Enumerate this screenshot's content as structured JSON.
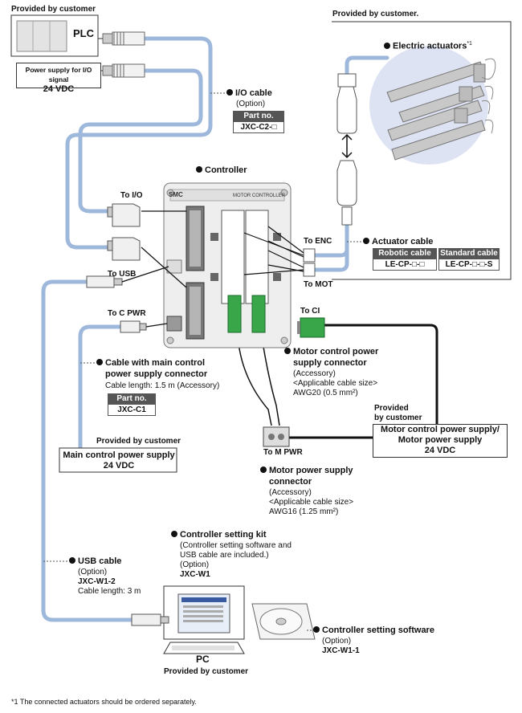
{
  "top_left": {
    "provided_label": "Provided by customer",
    "plc_label": "PLC",
    "io_supply_label": "Power supply for I/O signal",
    "io_supply_voltage": "24 VDC"
  },
  "top_right": {
    "provided_label": "Provided by customer.",
    "actuators_label": "Electric actuators",
    "actuators_note_mark": "*1"
  },
  "io_cable": {
    "title": "I/O cable",
    "option": "(Option)",
    "part_head": "Part no.",
    "part_value": "JXC-C2-□"
  },
  "controller": {
    "title": "Controller",
    "brand": "SMC",
    "panel_label": "MOTOR CONTROLLER"
  },
  "ports": {
    "to_io": "To I/O",
    "to_usb": "To USB",
    "to_c_pwr": "To C PWR",
    "to_enc": "To ENC",
    "to_mot": "To MOT",
    "to_ci": "To CI",
    "to_m_pwr": "To M PWR"
  },
  "actuator_cable": {
    "title": "Actuator cable",
    "robotic_head": "Robotic cable",
    "standard_head": "Standard cable",
    "robotic_value": "LE-CP-□-□",
    "standard_value": "LE-CP-□-□-S"
  },
  "main_cable": {
    "title_1": "Cable with main control",
    "title_2": "power supply connector",
    "length": "Cable length: 1.5 m (Accessory)",
    "part_head": "Part no.",
    "part_value": "JXC-C1"
  },
  "motor_ctrl_conn": {
    "title_1": "Motor control power",
    "title_2": "supply connector",
    "accessory": "(Accessory)",
    "size_label": "<Applicable cable size>",
    "size_value": "AWG20 (0.5 mm²)"
  },
  "motor_supply": {
    "provided_1": "Provided",
    "provided_2": "by customer",
    "line_1": "Motor control power supply/",
    "line_2": "Motor power supply",
    "line_3": "24 VDC"
  },
  "main_supply": {
    "provided_label": "Provided by customer",
    "line_1": "Main control power supply",
    "line_2": "24 VDC"
  },
  "motor_pwr_conn": {
    "title_1": "Motor power supply",
    "title_2": "connector",
    "accessory": "(Accessory)",
    "size_label": "<Applicable cable size>",
    "size_value": "AWG16 (1.25 mm²)"
  },
  "setting_kit": {
    "title": "Controller setting kit",
    "desc_1": "(Controller setting software and",
    "desc_2": "USB cable are included.)",
    "option": "(Option)",
    "part": "JXC-W1"
  },
  "usb_cable": {
    "title": "USB cable",
    "option": "(Option)",
    "part": "JXC-W1-2",
    "length": "Cable length: 3 m"
  },
  "pc": {
    "label": "PC",
    "provided_label": "Provided by customer"
  },
  "software": {
    "title": "Controller setting software",
    "option": "(Option)",
    "part": "JXC-W1-1"
  },
  "footnote": "*1 The connected actuators should be ordered separately.",
  "colors": {
    "blue_cable": "#9db8db",
    "black_cable": "#111111",
    "connector_green": "#3aa64a",
    "controller_body": "#eeeeee"
  }
}
